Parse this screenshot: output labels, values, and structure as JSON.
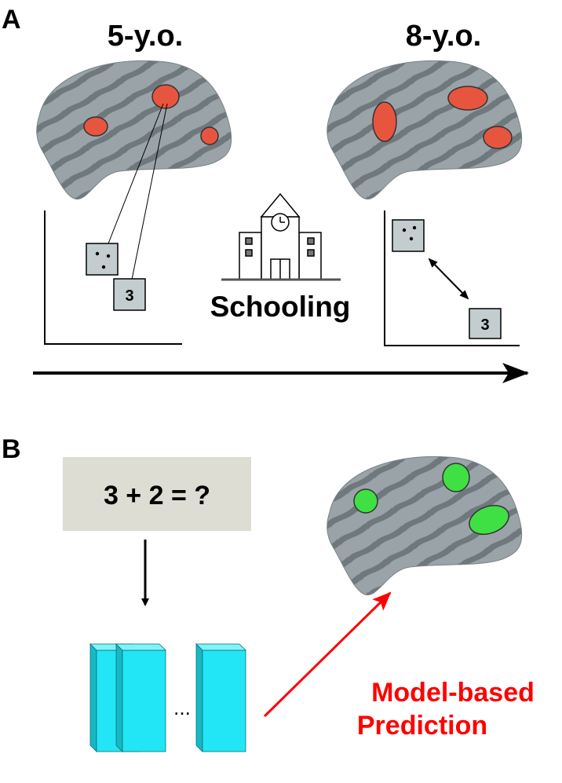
{
  "panel_a": {
    "label": "A",
    "left_title": "5-y.o.",
    "right_title": "8-y.o.",
    "center_label": "Schooling",
    "box_number_left": "3",
    "box_number_right": "3"
  },
  "panel_b": {
    "label": "B",
    "equation": "3 + 2 = ?",
    "ellipsis": "...",
    "prediction_line1": "Model-based",
    "prediction_line2": "Prediction"
  },
  "colors": {
    "brain": "#8a9296",
    "brain_dark": "#6c7377",
    "red_region": "#e8553f",
    "green_region": "#3fe043",
    "box_fill": "#c3cdcf",
    "equation_fill": "#deddd3",
    "layer_fill": "#22e6f5",
    "prediction_red": "#ff0000"
  }
}
